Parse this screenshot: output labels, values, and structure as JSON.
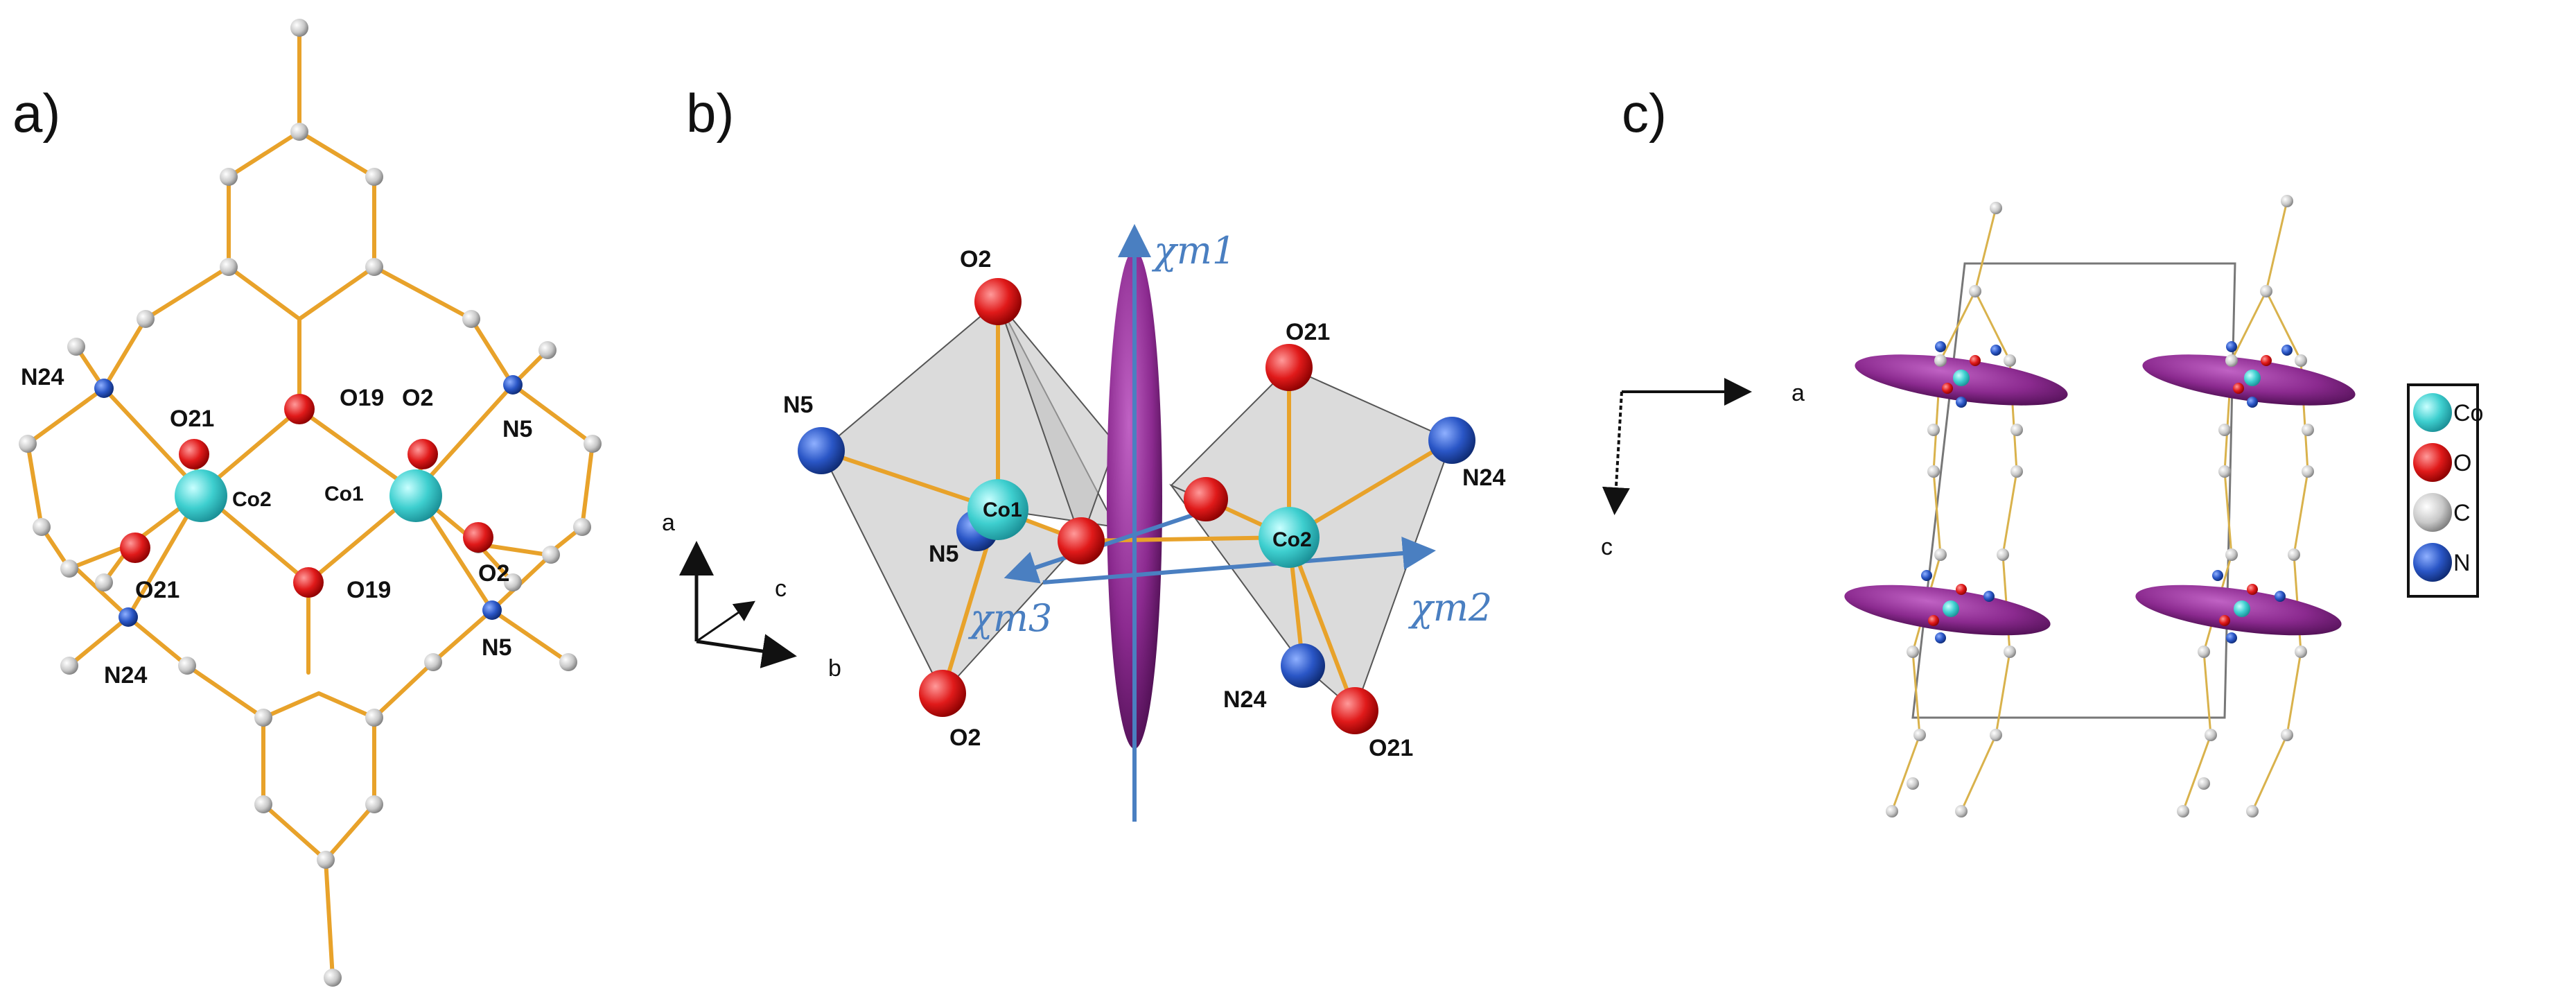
{
  "panels": {
    "a": {
      "label": "a)",
      "atom_labels": {
        "n24_top": "N24",
        "o21_top": "O21",
        "o19_top": "O19",
        "o2_top": "O2",
        "n5_top": "N5",
        "co2": "Co2",
        "co1": "Co1",
        "o21_bottom": "O21",
        "o19_bottom": "O19",
        "o2_bottom": "O2",
        "n24_bottom": "N24",
        "n5_bottom": "N5"
      }
    },
    "b": {
      "label": "b)",
      "atom_labels": {
        "o2_top": "O2",
        "o21_top": "O21",
        "n5_left": "N5",
        "n24_right": "N24",
        "co1": "Co1",
        "co2": "Co2",
        "n5_inner": "N5",
        "o2_bottom": "O2",
        "n24_bottom": "N24",
        "o21_bottom": "O21"
      },
      "axes": {
        "a": "a",
        "b": "b",
        "c": "c"
      },
      "chi": {
        "m1": "χm1",
        "m2": "χm2",
        "m3": "χm3"
      }
    },
    "c": {
      "label": "c)",
      "axes": {
        "a": "a",
        "c": "c"
      },
      "legend": [
        {
          "element": "Co",
          "label": "Co",
          "color": "#3ecfcf"
        },
        {
          "element": "O",
          "label": "O",
          "color": "#e01a1a"
        },
        {
          "element": "C",
          "label": "C",
          "color": "#c8c8c8"
        },
        {
          "element": "N",
          "label": "N",
          "color": "#1f3fa0"
        }
      ]
    }
  },
  "colors": {
    "bond": "#e8a22a",
    "cobalt": "#3ecfcf",
    "oxygen": "#e01a1a",
    "nitrogen": "#2a56c6",
    "carbon": "#c8c8c8",
    "ellipsoid": "#8b2a8f",
    "chi_arrow": "#4a7fc1"
  }
}
